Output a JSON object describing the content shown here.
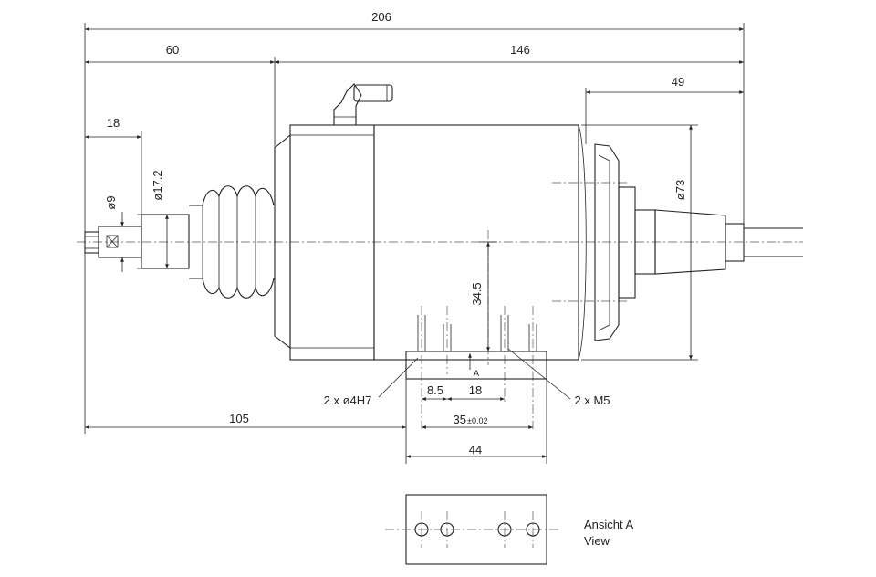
{
  "dimensions": {
    "overall_length": "206",
    "left_length": "60",
    "right_length": "146",
    "right_end": "49",
    "stem_length": "18",
    "diameter_rod": "ø9",
    "diameter_boot": "ø17.2",
    "diameter_body": "ø73",
    "mount_height": "34.5",
    "hole_spacing_a": "8.5",
    "hole_spacing_b": "18",
    "hole_spacing_total": "35",
    "tolerance": "±0.02",
    "base_width": "44",
    "mount_offset": "105"
  },
  "labels": {
    "pin_holes": "2 x ø4H7",
    "threads": "2 x M5",
    "view_marker": "A",
    "view_title_de": "Ansicht A",
    "view_title_en": "View"
  }
}
